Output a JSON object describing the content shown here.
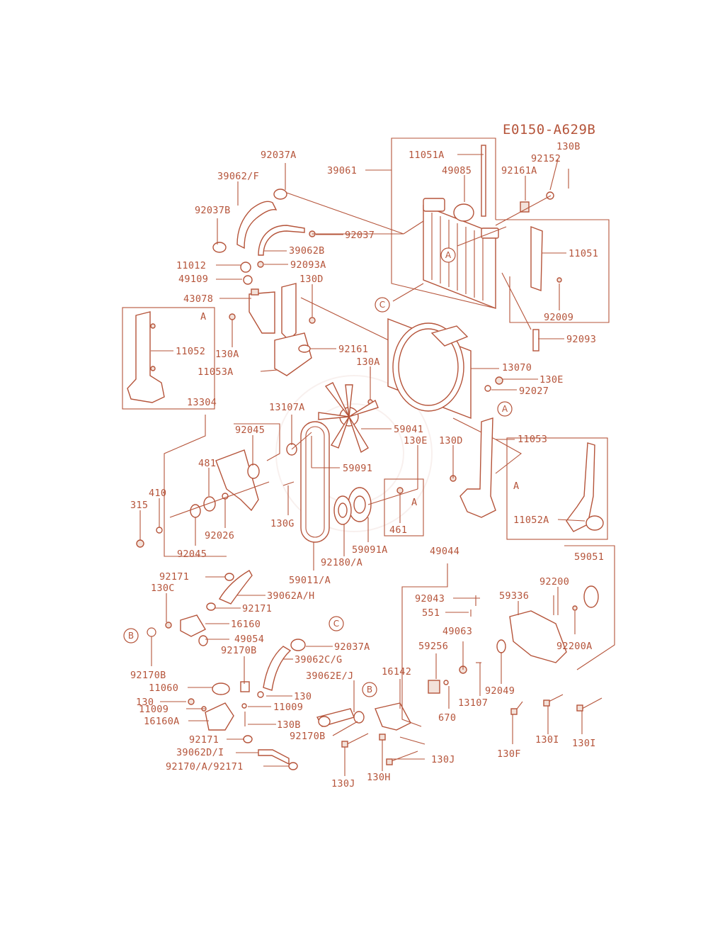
{
  "diagram_code": "E0150-A629B",
  "labels": [
    {
      "id": "92037A_a",
      "text": "92037A"
    },
    {
      "id": "39061",
      "text": "39061"
    },
    {
      "id": "11051A",
      "text": "11051A"
    },
    {
      "id": "49085",
      "text": "49085"
    },
    {
      "id": "92152",
      "text": "92152"
    },
    {
      "id": "130B_a",
      "text": "130B"
    },
    {
      "id": "92161A",
      "text": "92161A"
    },
    {
      "id": "39062F",
      "text": "39062/F"
    },
    {
      "id": "92037B",
      "text": "92037B"
    },
    {
      "id": "92037",
      "text": "92037"
    },
    {
      "id": "39062B",
      "text": "39062B"
    },
    {
      "id": "11051",
      "text": "11051"
    },
    {
      "id": "11012",
      "text": "11012"
    },
    {
      "id": "92093A",
      "text": "92093A"
    },
    {
      "id": "49109",
      "text": "49109"
    },
    {
      "id": "130D_a",
      "text": "130D"
    },
    {
      "id": "43078",
      "text": "43078"
    },
    {
      "id": "92009",
      "text": "92009"
    },
    {
      "id": "A_box1",
      "text": "A"
    },
    {
      "id": "11052",
      "text": "11052"
    },
    {
      "id": "130A_a",
      "text": "130A"
    },
    {
      "id": "92093",
      "text": "92093"
    },
    {
      "id": "92161",
      "text": "92161"
    },
    {
      "id": "11053A",
      "text": "11053A"
    },
    {
      "id": "130A_b",
      "text": "130A"
    },
    {
      "id": "13070",
      "text": "13070"
    },
    {
      "id": "130E_a",
      "text": "130E"
    },
    {
      "id": "92027",
      "text": "92027"
    },
    {
      "id": "13304",
      "text": "13304"
    },
    {
      "id": "13107A",
      "text": "13107A"
    },
    {
      "id": "59041",
      "text": "59041"
    },
    {
      "id": "92045_a",
      "text": "92045"
    },
    {
      "id": "11053",
      "text": "11053"
    },
    {
      "id": "130E_b",
      "text": "130E"
    },
    {
      "id": "130D_b",
      "text": "130D"
    },
    {
      "id": "481",
      "text": "481"
    },
    {
      "id": "59091",
      "text": "59091"
    },
    {
      "id": "A_box2",
      "text": "A"
    },
    {
      "id": "410",
      "text": "410"
    },
    {
      "id": "315",
      "text": "315"
    },
    {
      "id": "A_box3",
      "text": "A"
    },
    {
      "id": "11052A",
      "text": "11052A"
    },
    {
      "id": "92026",
      "text": "92026"
    },
    {
      "id": "130G",
      "text": "130G"
    },
    {
      "id": "461",
      "text": "461"
    },
    {
      "id": "92045_b",
      "text": "92045"
    },
    {
      "id": "59091A",
      "text": "59091A"
    },
    {
      "id": "92180A",
      "text": "92180/A"
    },
    {
      "id": "59011A",
      "text": "59011/A"
    },
    {
      "id": "49044",
      "text": "49044"
    },
    {
      "id": "59051",
      "text": "59051"
    },
    {
      "id": "92171_a",
      "text": "92171"
    },
    {
      "id": "130C",
      "text": "130C"
    },
    {
      "id": "39062AH",
      "text": "39062A/H"
    },
    {
      "id": "92043",
      "text": "92043"
    },
    {
      "id": "59336",
      "text": "59336"
    },
    {
      "id": "92200",
      "text": "92200"
    },
    {
      "id": "92171_b",
      "text": "92171"
    },
    {
      "id": "551",
      "text": "551"
    },
    {
      "id": "16160",
      "text": "16160"
    },
    {
      "id": "49063",
      "text": "49063"
    },
    {
      "id": "49054",
      "text": "49054"
    },
    {
      "id": "92037A_b",
      "text": "92037A"
    },
    {
      "id": "59256",
      "text": "59256"
    },
    {
      "id": "92200A",
      "text": "92200A"
    },
    {
      "id": "92170B_a",
      "text": "92170B"
    },
    {
      "id": "39062CG",
      "text": "39062C/G"
    },
    {
      "id": "92170B_b",
      "text": "92170B"
    },
    {
      "id": "16142",
      "text": "16142"
    },
    {
      "id": "39062EJ",
      "text": "39062E/J"
    },
    {
      "id": "92049",
      "text": "92049"
    },
    {
      "id": "11060",
      "text": "11060"
    },
    {
      "id": "130_a",
      "text": "130"
    },
    {
      "id": "13107",
      "text": "13107"
    },
    {
      "id": "130_b",
      "text": "130"
    },
    {
      "id": "670",
      "text": "670"
    },
    {
      "id": "11009_a",
      "text": "11009"
    },
    {
      "id": "11009_b",
      "text": "11009"
    },
    {
      "id": "16160A",
      "text": "16160A"
    },
    {
      "id": "130B_b",
      "text": "130B"
    },
    {
      "id": "92170B_c",
      "text": "92170B"
    },
    {
      "id": "130F",
      "text": "130F"
    },
    {
      "id": "130I_a",
      "text": "130I"
    },
    {
      "id": "130I_b",
      "text": "130I"
    },
    {
      "id": "92171_c",
      "text": "92171"
    },
    {
      "id": "39062DI",
      "text": "39062D/I"
    },
    {
      "id": "92170A92171",
      "text": "92170/A/92171"
    },
    {
      "id": "130J_a",
      "text": "130J"
    },
    {
      "id": "130J_b",
      "text": "130J"
    },
    {
      "id": "130H",
      "text": "130H"
    }
  ],
  "callouts": [
    {
      "id": "A1",
      "text": "A"
    },
    {
      "id": "C1",
      "text": "C"
    },
    {
      "id": "A2",
      "text": "A"
    },
    {
      "id": "B1",
      "text": "B"
    },
    {
      "id": "C2",
      "text": "C"
    },
    {
      "id": "B2",
      "text": "B"
    }
  ]
}
